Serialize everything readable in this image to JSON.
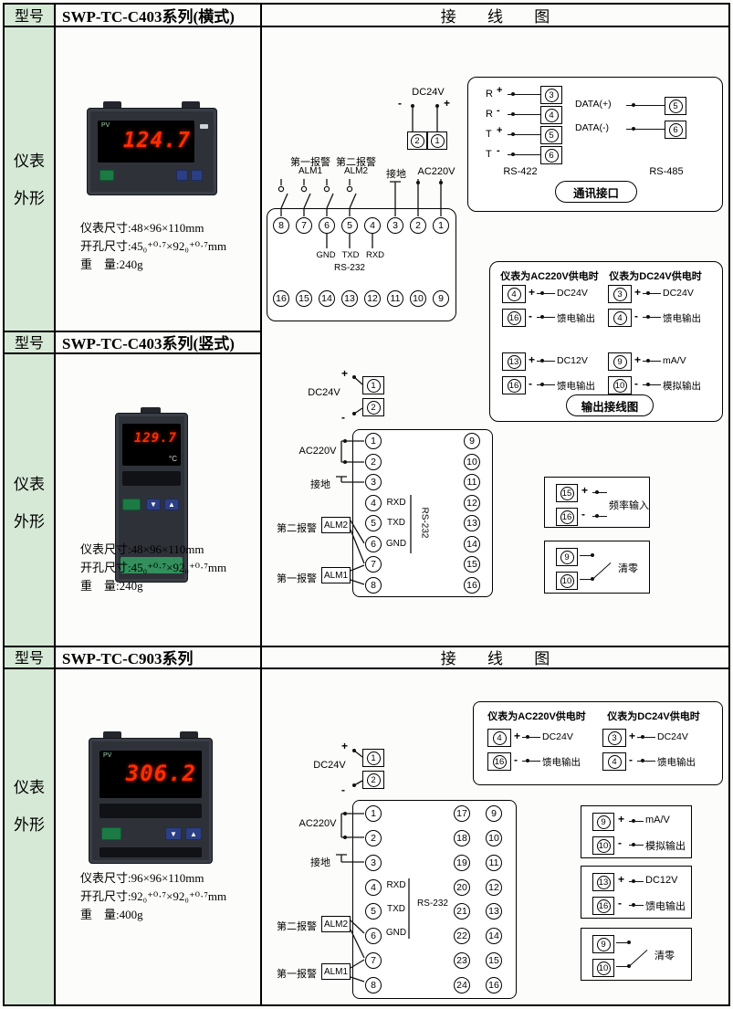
{
  "colors": {
    "left_column_green": "#d6e9d6",
    "digit_red": "#ff2d00",
    "button_green": "#1c7a45",
    "button_blue": "#2c3f83"
  },
  "headers": {
    "h1": {
      "model": "型号",
      "series": "SWP-TC-C403系列(横式)",
      "wiring": "接 线 图"
    },
    "h2": {
      "model": "型号",
      "series": "SWP-TC-C403系列(竖式)"
    },
    "h3": {
      "model": "型号",
      "series": "SWP-TC-C903系列",
      "wiring": "接 线 图"
    }
  },
  "sections": {
    "a": {
      "side1": "仪表",
      "side2": "外形",
      "dims": [
        "仪表尺寸:48×96×110mm",
        "开孔尺寸:45₀⁺⁰·⁷×92₀⁺⁰·⁷mm",
        "重    量:240g"
      ]
    },
    "b": {
      "side1": "仪表",
      "side2": "外形",
      "dims": [
        "仪表尺寸:48×96×110mm",
        "开孔尺寸:45₀⁺⁰·⁷×92₀⁺⁰·⁷mm",
        "重    量:240g"
      ]
    },
    "c": {
      "side1": "仪表",
      "side2": "外形",
      "dims": [
        "仪表尺寸:96×96×110mm",
        "开孔尺寸:92₀⁺⁰·⁷×92₀⁺⁰·⁷mm",
        "重    量:400g"
      ]
    }
  },
  "meters": {
    "a": {
      "pv": "PV",
      "value": "124.7"
    },
    "b": {
      "value": "129.7",
      "unit": "°C",
      "down": "▼",
      "up": "▲"
    },
    "c": {
      "pv": "PV",
      "value": "306.2",
      "down": "▼",
      "up": "▲"
    }
  },
  "d1": {
    "dc24v": "DC24V",
    "minus": "-",
    "plus": "+",
    "top_terms": [
      "2",
      "1"
    ],
    "alarm1": "第一报警",
    "alm1": "ALM1",
    "alarm2": "第二报警",
    "alm2": "ALM2",
    "ground": "接地",
    "ac": "AC220V",
    "row1": [
      "8",
      "7",
      "6",
      "5",
      "4",
      "3",
      "2",
      "1"
    ],
    "row2": [
      "16",
      "15",
      "14",
      "13",
      "12",
      "11",
      "10",
      "9"
    ],
    "serial": [
      "GND",
      "TXD",
      "RXD"
    ],
    "rs232": "RS-232"
  },
  "comm": {
    "rows": [
      {
        "t": "R",
        "s": "+",
        "n": "3"
      },
      {
        "t": "R",
        "s": "-",
        "n": "4"
      },
      {
        "t": "T",
        "s": "+",
        "n": "5"
      },
      {
        "t": "T",
        "s": "-",
        "n": "6"
      }
    ],
    "rs422": "RS-422",
    "rows485": [
      {
        "t": "DATA(+)",
        "n": "5"
      },
      {
        "t": "DATA(-)",
        "n": "6"
      }
    ],
    "rs485": "RS-485",
    "title": "通讯接口"
  },
  "out403": {
    "ac_title": "仪表为AC220V供电时",
    "dc_title": "仪表为DC24V供电时",
    "items": [
      {
        "a": "4",
        "sa": "+",
        "b": "16",
        "sb": "-",
        "l1": "DC24V",
        "l2": "馈电输出"
      },
      {
        "a": "3",
        "sa": "+",
        "b": "4",
        "sb": "-",
        "l1": "DC24V",
        "l2": "馈电输出"
      },
      {
        "a": "13",
        "sa": "+",
        "b": "16",
        "sb": "-",
        "l1": "DC12V",
        "l2": "馈电输出"
      },
      {
        "a": "9",
        "sa": "+",
        "b": "10",
        "sb": "-",
        "l1": "mA/V",
        "l2": "模拟输出"
      }
    ],
    "title": "输出接线图"
  },
  "d2": {
    "dc24v": "DC24V",
    "plus": "+",
    "minus": "-",
    "top_terms": [
      "1",
      "2"
    ],
    "ac": "AC220V",
    "ground": "接地",
    "alarm2": "第二报警",
    "alm2": "ALM2",
    "alarm1": "第一报警",
    "alm1": "ALM1",
    "left": [
      "1",
      "2",
      "3",
      "4",
      "5",
      "6",
      "7",
      "8"
    ],
    "right": [
      "9",
      "10",
      "11",
      "12",
      "13",
      "14",
      "15",
      "16"
    ],
    "rxd": "RXD",
    "txd": "TXD",
    "gnd": "GND",
    "rs232": "RS-232"
  },
  "freq": {
    "a": "15",
    "sa": "+",
    "b": "16",
    "sb": "-",
    "label": "频率输入"
  },
  "clr403": {
    "a": "9",
    "b": "10",
    "label": "清零"
  },
  "out903": {
    "ac_title": "仪表为AC220V供电时",
    "dc_title": "仪表为DC24V供电时",
    "items": [
      {
        "a": "4",
        "sa": "+",
        "b": "16",
        "sb": "-",
        "l1": "DC24V",
        "l2": "馈电输出"
      },
      {
        "a": "3",
        "sa": "+",
        "b": "4",
        "sb": "-",
        "l1": "DC24V",
        "l2": "馈电输出"
      }
    ]
  },
  "d3": {
    "dc24v": "DC24V",
    "plus": "+",
    "minus": "-",
    "top_terms": [
      "1",
      "2"
    ],
    "ac": "AC220V",
    "ground": "接地",
    "alarm2": "第二报警",
    "alm2": "ALM2",
    "alarm1": "第一报警",
    "alm1": "ALM1",
    "left": [
      "1",
      "2",
      "3",
      "4",
      "5",
      "6",
      "7",
      "8"
    ],
    "mid": [
      "17",
      "18",
      "19",
      "20",
      "21",
      "22",
      "23",
      "24"
    ],
    "right": [
      "9",
      "10",
      "11",
      "12",
      "13",
      "14",
      "15",
      "16"
    ],
    "rxd": "RXD",
    "txd": "TXD",
    "gnd": "GND",
    "rs232": "RS-232"
  },
  "mav": {
    "a": "9",
    "sa": "+",
    "b": "10",
    "sb": "-",
    "l1": "mA/V",
    "l2": "模拟输出"
  },
  "dc12": {
    "a": "13",
    "sa": "+",
    "b": "16",
    "sb": "-",
    "l1": "DC12V",
    "l2": "馈电输出"
  },
  "clr903": {
    "a": "9",
    "b": "10",
    "label": "清零"
  }
}
